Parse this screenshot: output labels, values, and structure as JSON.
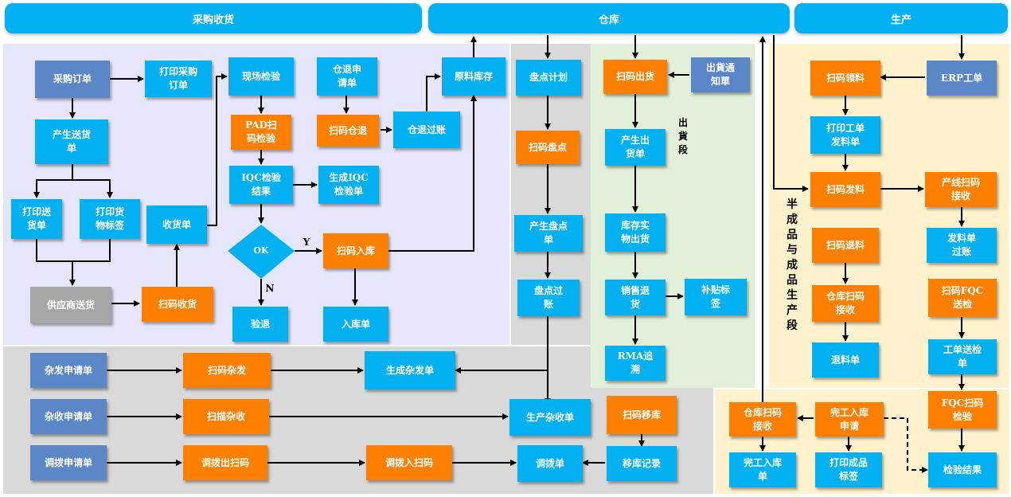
{
  "headers": {
    "purchasing": "采购收货",
    "warehouse": "仓库",
    "production": "生产"
  },
  "nodes": {
    "po": "采购订单",
    "print_po": "打印采购\n订单",
    "onsite_inspect": "现场检验",
    "return_request": "仓退申\n请单",
    "raw_stock": "原料库存",
    "gen_delivery": "产生送货\n单",
    "pad_scan": "PAD扫\n码检验",
    "scan_return": "扫码仓退",
    "return_post": "仓退过账",
    "iqc_result": "IQC检验\n结果",
    "gen_iqc": "生成IQC\n检验单",
    "print_delivery": "打印送\n货单",
    "print_label": "打印货\n物标签",
    "receipt": "收货单",
    "ok": "OK",
    "scan_in": "扫码入库",
    "supplier_delivery": "供应商送货",
    "scan_receive": "扫码收货",
    "inspect_return": "验退",
    "in_order": "入库单",
    "count_plan": "盘点计划",
    "scan_count": "扫码盘点",
    "gen_count": "产生盘点\n单",
    "count_post": "盘点过\n账",
    "scan_out": "扫码出货",
    "ship_notice": "出貨通\n知單",
    "gen_ship": "产生出\n货单",
    "stock_ship": "库存实\n物出货",
    "sales_return": "销售退\n货",
    "relabel": "补贴标\n签",
    "rma": "RMA追\n溯",
    "scan_pick": "扫码领料",
    "erp_order": "ERP工单",
    "print_wo": "打印工单\n发料单",
    "scan_issue": "扫码发料",
    "line_receive": "产线扫码\n接收",
    "issue_post": "发料单\n过账",
    "scan_return_mat": "扫码退料",
    "wh_scan_receive": "仓库扫码\n接收",
    "scan_fqc": "扫码FQC\n送检",
    "return_mat_order": "退料单",
    "wo_inspect": "工单送检\n单",
    "fqc_inspect": "FQC扫码\n检验",
    "wh_scan_receive2": "仓库扫码\n接收",
    "finish_request": "完工入库\n申请",
    "finish_in": "完工入库\n单",
    "print_product_label": "打印成品\n标签",
    "inspect_result": "检验结果",
    "misc_issue_req": "杂发申请单",
    "scan_misc_issue": "扫码杂发",
    "gen_misc_issue": "生成杂发单",
    "misc_recv_req": "杂收申请单",
    "scan_misc_recv": "扫描杂收",
    "prod_misc_recv": "生产杂收单",
    "scan_move": "扫码移库",
    "transfer_req": "调拨申请单",
    "transfer_out": "调拨出扫码",
    "transfer_in": "调拨入扫码",
    "transfer_order": "调拨单",
    "move_record": "移库记录"
  },
  "labels": {
    "yes": "Y",
    "no": "N",
    "shipping_stage": "出\n貨\n段",
    "production_stage": "半\n成\n品\n与\n成\n品\n生\n产\n段"
  },
  "colors": {
    "cyan": "#00b0f0",
    "orange": "#ff7f00",
    "steel": "#5b87c8",
    "gray": "#a6a6a6",
    "lavender": "#e6e6fa",
    "light_gray": "#d9d9d9",
    "light_green": "#e2efd9",
    "light_yellow": "#fff2cc"
  }
}
